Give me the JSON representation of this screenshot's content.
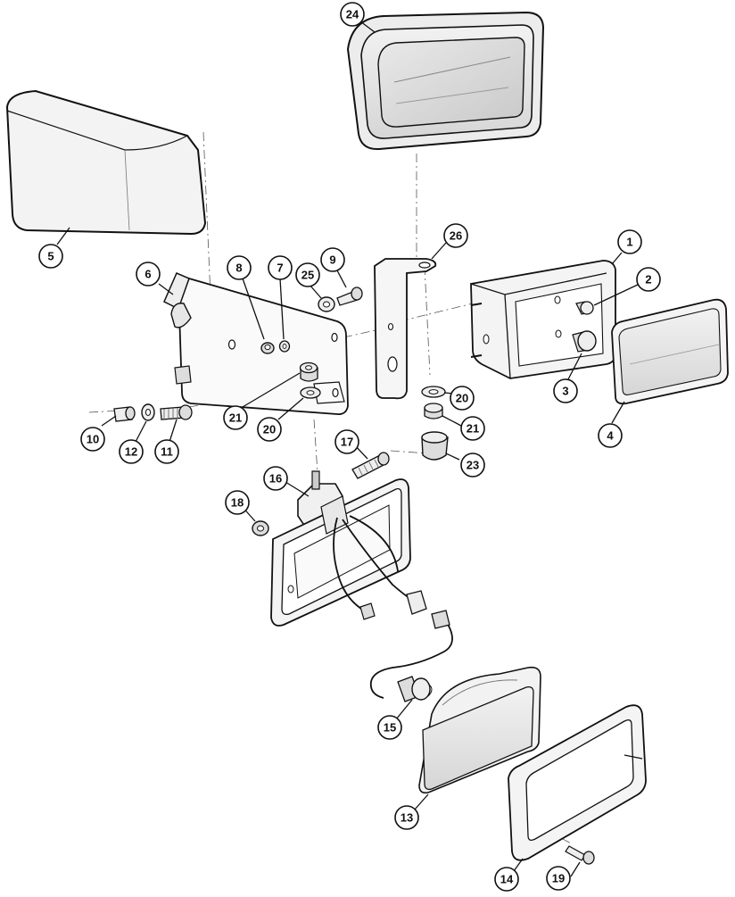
{
  "diagram": {
    "callouts": [
      {
        "id": "24",
        "text": "24"
      },
      {
        "id": "26",
        "text": "26"
      },
      {
        "id": "1",
        "text": "1"
      },
      {
        "id": "2",
        "text": "2"
      },
      {
        "id": "3",
        "text": "3"
      },
      {
        "id": "4",
        "text": "4"
      },
      {
        "id": "5",
        "text": "5"
      },
      {
        "id": "6",
        "text": "6"
      },
      {
        "id": "8",
        "text": "8"
      },
      {
        "id": "7",
        "text": "7"
      },
      {
        "id": "9",
        "text": "9"
      },
      {
        "id": "25",
        "text": "25"
      },
      {
        "id": "20a",
        "text": "20"
      },
      {
        "id": "21a",
        "text": "21"
      },
      {
        "id": "20b",
        "text": "20"
      },
      {
        "id": "21b",
        "text": "21"
      },
      {
        "id": "23",
        "text": "23"
      },
      {
        "id": "10",
        "text": "10"
      },
      {
        "id": "12",
        "text": "12"
      },
      {
        "id": "11",
        "text": "11"
      },
      {
        "id": "17",
        "text": "17"
      },
      {
        "id": "16",
        "text": "16"
      },
      {
        "id": "18",
        "text": "18"
      },
      {
        "id": "15",
        "text": "15"
      },
      {
        "id": "13",
        "text": "13"
      },
      {
        "id": "14",
        "text": "14"
      },
      {
        "id": "19",
        "text": "19"
      }
    ]
  }
}
